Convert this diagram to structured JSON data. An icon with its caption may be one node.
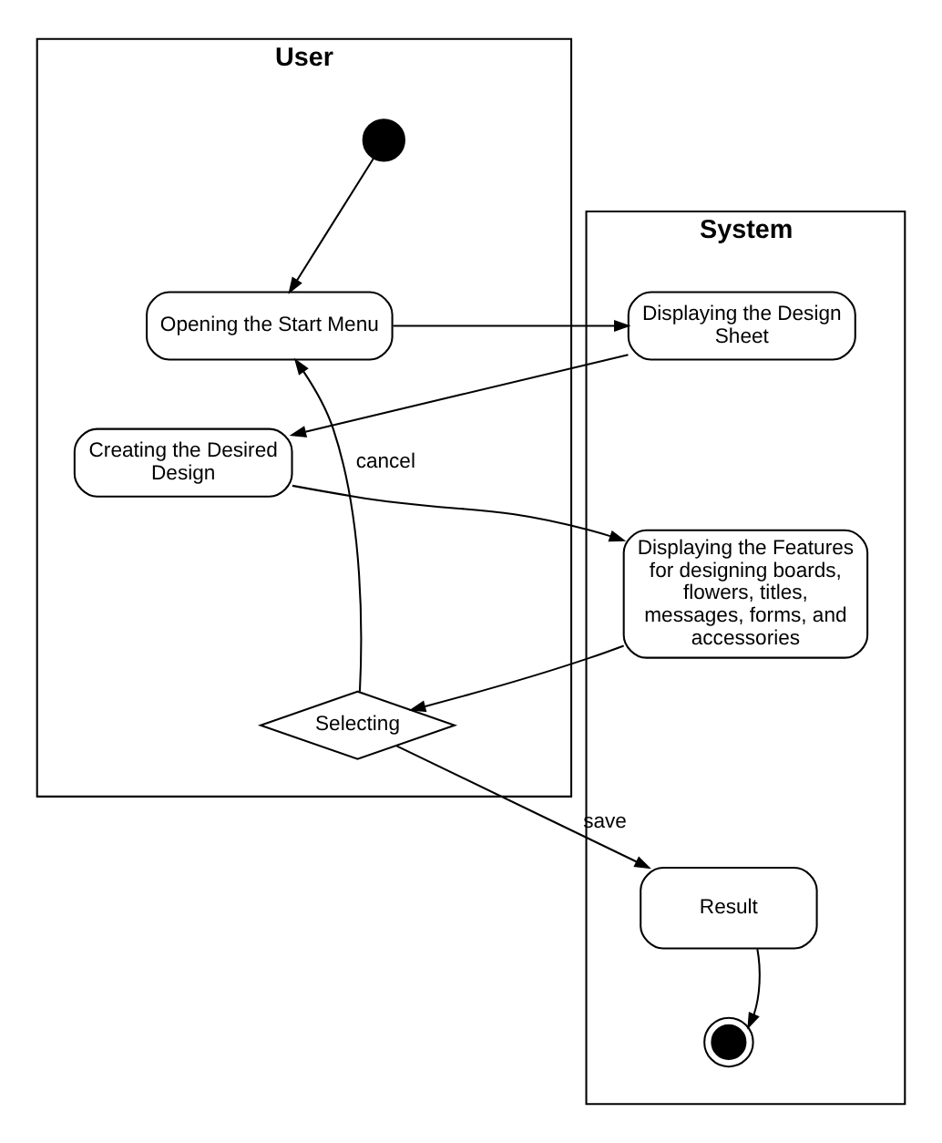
{
  "diagram": {
    "nodes": [
      {
        "text": [
          "User"
        ]
      },
      {
        "text": [
          "System"
        ]
      },
      {
        "text": [],
        "shape": "circle",
        "in": 0
      },
      {
        "text": [
          "Opening the Start Menu"
        ],
        "in": 0
      },
      {
        "text": [
          "Displaying the Design Sheet"
        ],
        "in": 1
      },
      {
        "text": [
          "Creating the Desired Design"
        ],
        "in": 0
      },
      {
        "text": [
          "Displaying the Features for designing boards, flowers, titles, messages, forms, and accessories"
        ],
        "in": 1
      },
      {
        "text": [
          "Selecting"
        ],
        "in": 0
      },
      {
        "text": [
          "Result"
        ],
        "in": 1
      },
      {
        "text": [],
        "shape": "circle",
        "in": 1
      }
    ],
    "edges": [
      {
        "from": 2,
        "to": 3,
        "arrow": "to"
      },
      {
        "from": 3,
        "to": 4,
        "arrow": "to"
      },
      {
        "from": 4,
        "to": 5,
        "arrow": "to"
      },
      {
        "from": 5,
        "to": 6,
        "arrow": "to"
      },
      {
        "from": 6,
        "to": 7,
        "arrow": "to"
      },
      {
        "from": 7,
        "to": 3,
        "label": "cancel",
        "arrow": "to"
      },
      {
        "from": 7,
        "to": 8,
        "label": "save",
        "arrow": "to"
      },
      {
        "from": 8,
        "to": 9,
        "arrow": "to"
      }
    ]
  }
}
